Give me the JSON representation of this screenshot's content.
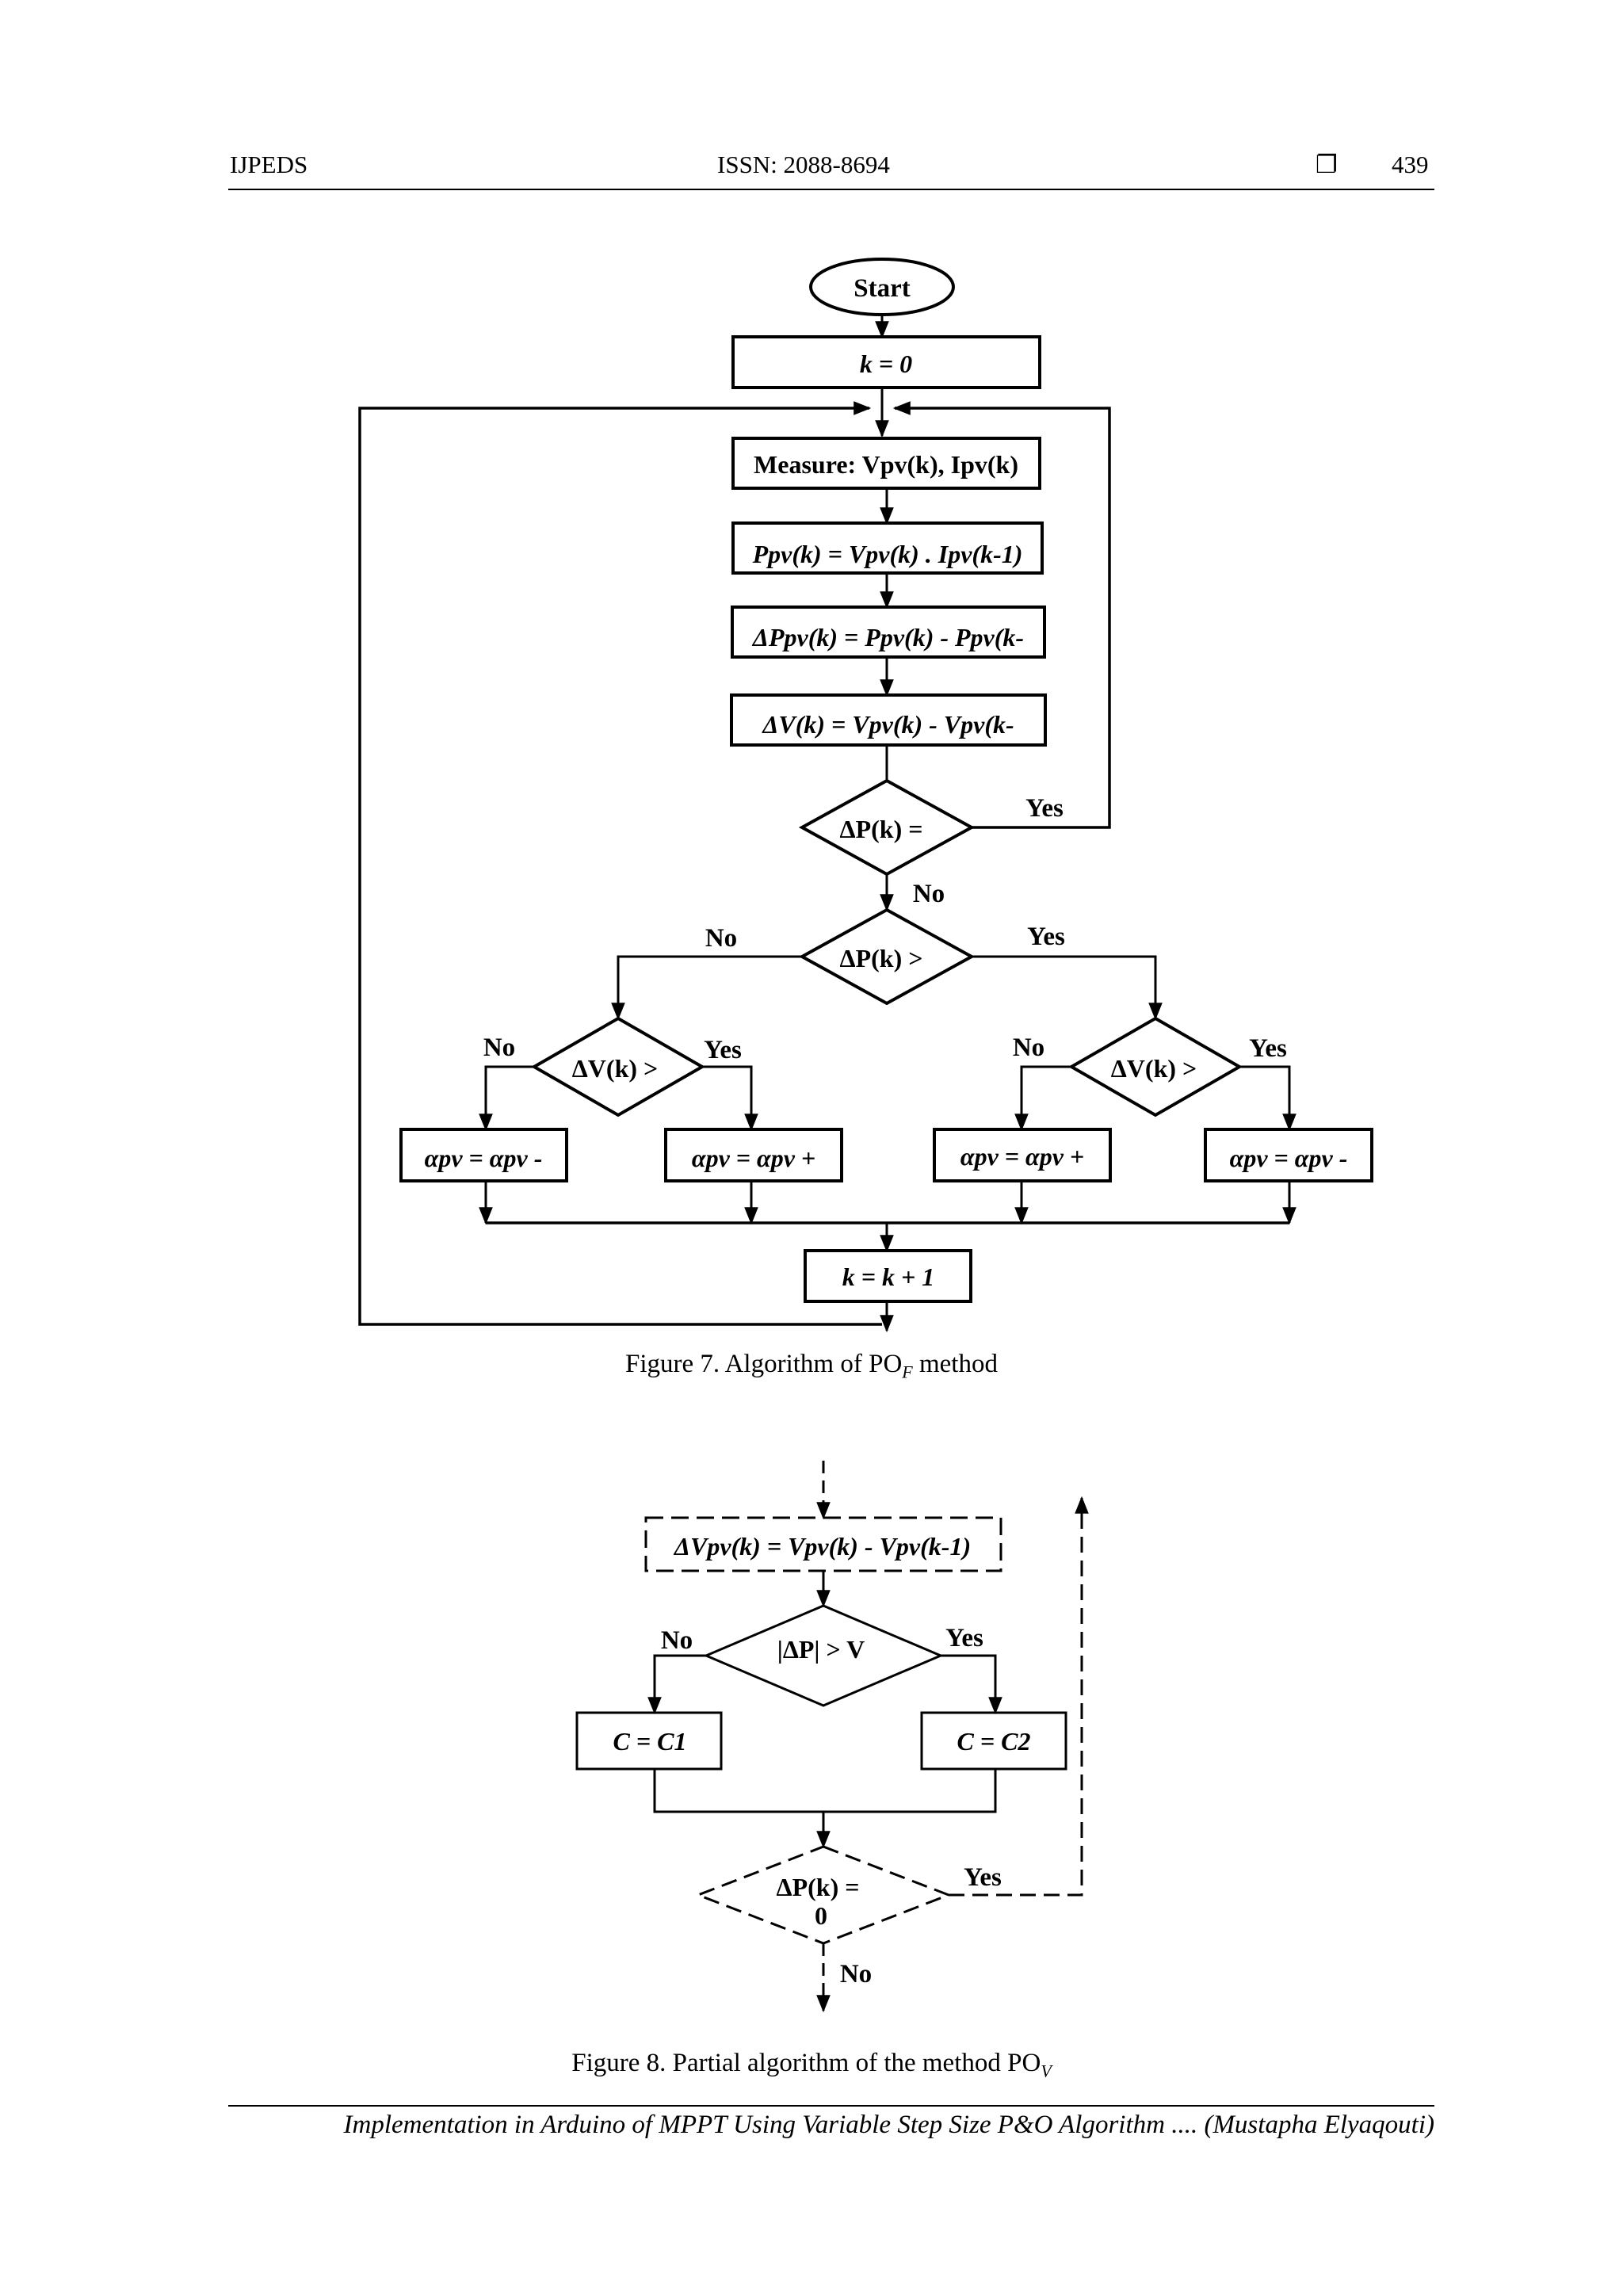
{
  "header": {
    "journal": "IJPEDS",
    "issn": "ISSN: 2088-8694",
    "square": "❐",
    "page": "439"
  },
  "figure7": {
    "caption": "Figure 7. Algorithm of PO",
    "caption_sub": "F",
    "caption_tail": " method",
    "start": "Start",
    "init": "k = 0",
    "measure": "Measure: Vpv(k), Ipv(k)",
    "power": "Ppv(k) = Vpv(k) . Ipv(k-1)",
    "delta_p": "ΔPpv(k) = Ppv(k) - Ppv(k-",
    "delta_v": "ΔV(k) = Vpv(k) - Vpv(k-",
    "dec_zero": "ΔP(k) =",
    "dec_pos": "ΔP(k) >",
    "dec_v_left": "ΔV(k) >",
    "dec_v_right": "ΔV(k) >",
    "out1": "αpv = αpv -",
    "out2": "αpv = αpv +",
    "out3": "αpv = αpv +",
    "out4": "αpv = αpv -",
    "increment": "k = k + 1",
    "yes": "Yes",
    "no": "No"
  },
  "figure8": {
    "caption": "Figure 8. Partial algorithm of the method PO",
    "caption_sub": "V",
    "delta_v": "ΔVpv(k) = Vpv(k) - Vpv(k-1)",
    "dec_abs": "|ΔP| > V",
    "dec_abs_2": "",
    "c1": "C = C1",
    "c2": "C = C2",
    "dec_zero": "ΔP(k) =",
    "dec_zero_2": "0",
    "yes": "Yes",
    "no": "No"
  },
  "footer": "Implementation in Arduino of MPPT Using Variable Step Size P&O Algorithm .... (Mustapha Elyaqouti)"
}
